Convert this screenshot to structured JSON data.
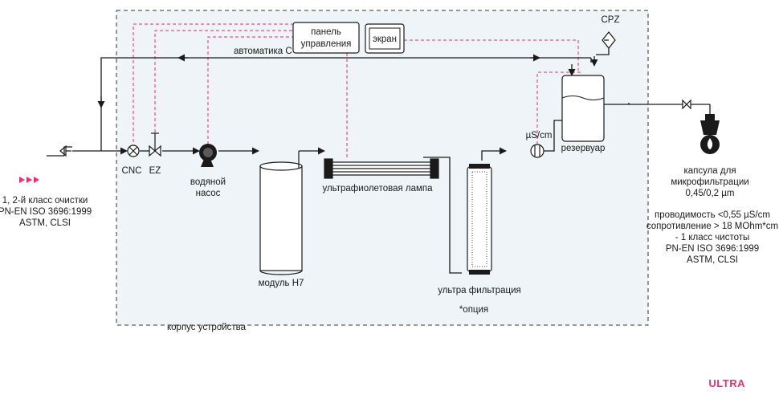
{
  "colors": {
    "accent": "#e8316f",
    "housing_fill": "#eef4f7",
    "line": "#1a1a1a"
  },
  "inlet": {
    "line1": "1, 2-й класс очистки",
    "line2": "PN-EN ISO 3696:1999",
    "line3": "ASTM, CLSI"
  },
  "valves": {
    "cnc": "CNC",
    "ez": "EZ"
  },
  "pump": {
    "line1": "водяной",
    "line2": "насос"
  },
  "module": {
    "label": "модуль H7"
  },
  "uv_lamp": {
    "label": "ультрафиолетовая лампа"
  },
  "ultrafiltration": {
    "label": "ультра фильтрация",
    "option": "*опция"
  },
  "conductivity": {
    "label": "µS/cm"
  },
  "reservoir": {
    "label": "резервуар"
  },
  "cpz": {
    "label": "CPZ"
  },
  "control_panel": {
    "line1": "панель",
    "line2": "управления"
  },
  "screen": {
    "label": "экран"
  },
  "automation": {
    "label": "автоматика C"
  },
  "housing": {
    "label": "корпус устройства"
  },
  "capsule": {
    "line1": "капсула для",
    "line2": "микрофильтрации",
    "line3": "0,45/0,2 µm"
  },
  "spec": {
    "line1": "проводимость <0,55 µS/cm",
    "line2": "сопротивление > 18 MOhm*cm",
    "line3": "- 1 класс чистоты",
    "line4": "PN-EN ISO 3696:1999",
    "line5": "ASTM, CLSI"
  },
  "brand": {
    "label": "ULTRA"
  }
}
